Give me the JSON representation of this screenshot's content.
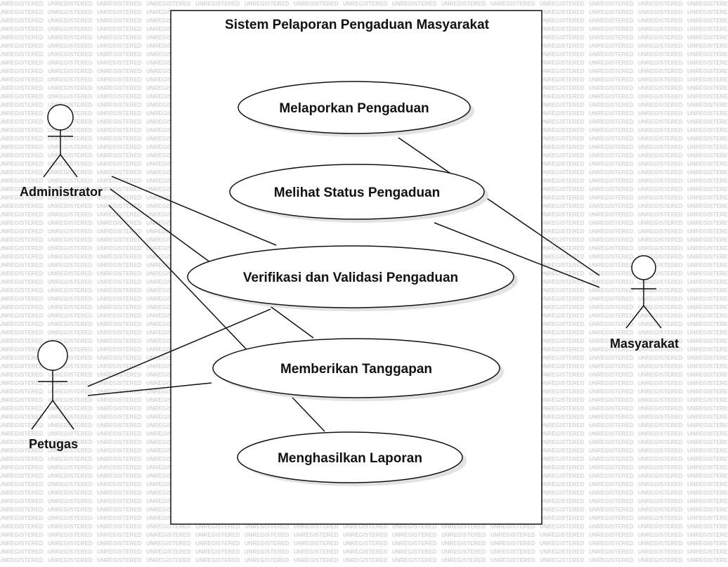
{
  "diagram": {
    "system_title": "Sistem Pelaporan Pengaduan Masyarakat",
    "watermark_text": "UNREGISTERED",
    "use_cases": [
      {
        "id": "uc1",
        "label": "Melaporkan Pengaduan"
      },
      {
        "id": "uc2",
        "label": "Melihat Status Pengaduan"
      },
      {
        "id": "uc3",
        "label": "Verifikasi dan Validasi Pengaduan"
      },
      {
        "id": "uc4",
        "label": "Memberikan Tanggapan"
      },
      {
        "id": "uc5",
        "label": "Menghasilkan Laporan"
      }
    ],
    "actors": [
      {
        "id": "admin",
        "label": "Administrator"
      },
      {
        "id": "petugas",
        "label": "Petugas"
      },
      {
        "id": "masyarakat",
        "label": "Masyarakat"
      }
    ],
    "associations": [
      {
        "actor": "masyarakat",
        "use_case": "uc1"
      },
      {
        "actor": "masyarakat",
        "use_case": "uc2"
      },
      {
        "actor": "admin",
        "use_case": "uc3"
      },
      {
        "actor": "admin",
        "use_case": "uc4"
      },
      {
        "actor": "admin",
        "use_case": "uc5"
      },
      {
        "actor": "petugas",
        "use_case": "uc3"
      },
      {
        "actor": "petugas",
        "use_case": "uc4"
      }
    ],
    "colors": {
      "stroke": "#111111",
      "shadow": "#e2e2e2",
      "watermark": "#d4d4d4",
      "background": "#ffffff"
    }
  }
}
